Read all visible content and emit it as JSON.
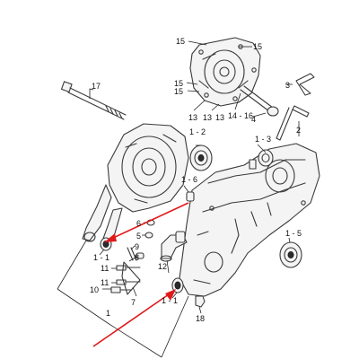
{
  "diagram": {
    "callouts": {
      "c15a": "15",
      "c15b": "15",
      "c15c": "15",
      "c15d": "15",
      "c13a": "13",
      "c13b": "13",
      "c13c": "13",
      "c14_16": "14 - 16",
      "c17": "17",
      "c3": "3",
      "c2": "2",
      "c1_2": "1 - 2",
      "c1_3": "1 - 3",
      "c1_6": "1 - 6",
      "c6": "6",
      "c5": "5",
      "c9": "9",
      "c8": "8",
      "c11a": "11",
      "c11b": "11",
      "c10": "10",
      "c7": "7",
      "c12": "12",
      "c1_5": "1 - 5",
      "c1_1a": "1 - 1",
      "c1_1b": "1 - 1",
      "c18": "18",
      "c1": "1",
      "c4": "4"
    }
  },
  "colors": {
    "highlight_arrow": "#e0191b",
    "line": "#3a3a3a"
  }
}
